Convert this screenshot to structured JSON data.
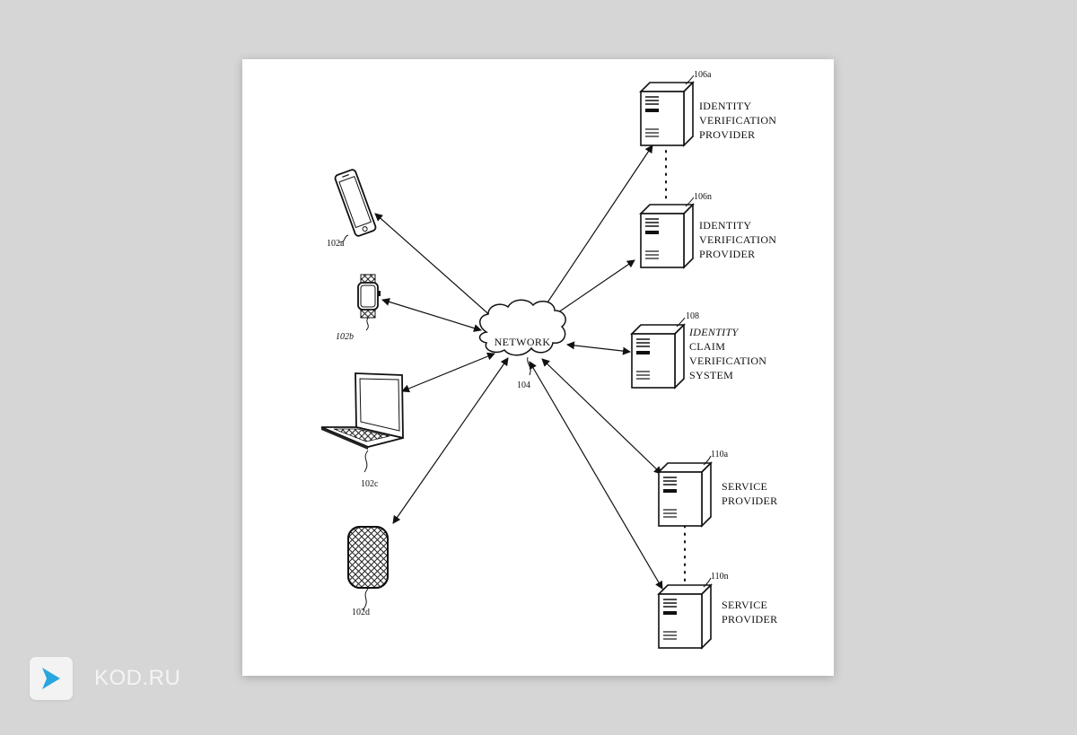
{
  "network": {
    "label": "NETWORK",
    "ref": "104"
  },
  "devices": {
    "phone": {
      "ref": "102a"
    },
    "watch": {
      "ref": "102b"
    },
    "laptop": {
      "ref": "102c"
    },
    "speaker": {
      "ref": "102d"
    }
  },
  "providers": {
    "idv_a": {
      "ref": "106a",
      "lines": [
        "IDENTITY",
        "VERIFICATION",
        "PROVIDER"
      ]
    },
    "idv_n": {
      "ref": "106n",
      "lines": [
        "IDENTITY",
        "VERIFICATION",
        "PROVIDER"
      ]
    },
    "claim": {
      "ref": "108",
      "lines": [
        "IDENTITY",
        "CLAIM",
        "VERIFICATION",
        "SYSTEM"
      ]
    },
    "sp_a": {
      "ref": "110a",
      "lines": [
        "SERVICE",
        "PROVIDER"
      ]
    },
    "sp_n": {
      "ref": "110n",
      "lines": [
        "SERVICE",
        "PROVIDER"
      ]
    }
  },
  "brand": {
    "text": "KOD.RU",
    "accent": "#29a6df"
  }
}
